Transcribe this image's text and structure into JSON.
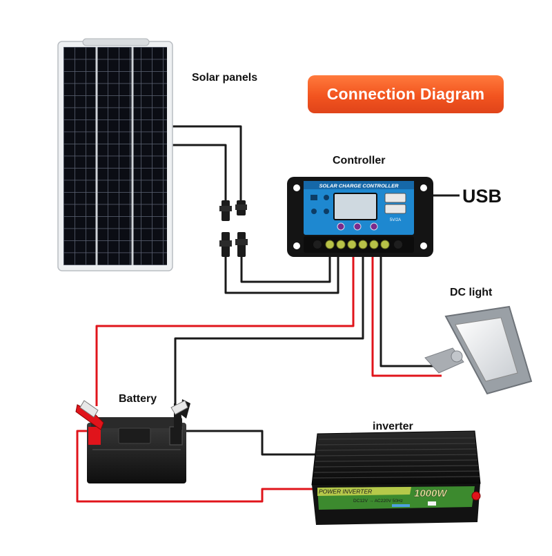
{
  "title": "Connection Diagram",
  "labels": {
    "solar_panels": "Solar panels",
    "controller": "Controller",
    "usb": "USB",
    "dc_light": "DC light",
    "battery": "Battery",
    "inverter": "inverter"
  },
  "controller_panel": {
    "brand_text": "SOLAR CHARGE CONTROLLER",
    "usb_text": "5V/2A"
  },
  "inverter_panel": {
    "brand_text": "POWER INVERTER",
    "spec_text": "DC12V → AC220V 50Hz",
    "power_text": "1000W"
  },
  "colors": {
    "title_bg": "#f2541f",
    "wire_positive": "#e0141b",
    "wire_negative": "#1a1a1a",
    "controller_face": "#1e88d0",
    "inverter_face": "#3c8a2e"
  }
}
